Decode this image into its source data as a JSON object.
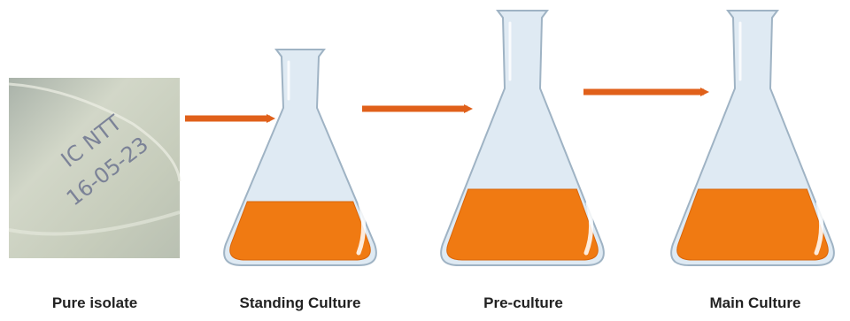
{
  "stages": [
    {
      "label": "Pure isolate",
      "plate_label_line1": "IC NTT",
      "plate_label_line2": "16-05-23"
    },
    {
      "label": "Standing Culture"
    },
    {
      "label": "Pre-culture"
    },
    {
      "label": "Main Culture"
    }
  ],
  "colors": {
    "arrow": "#e0601a",
    "liquid": "#f07a12",
    "liquid_dark": "#d9650a",
    "glass_fill": "#dfeaf3",
    "glass_stroke": "#9fb3c4",
    "plate": "#c9cfc0"
  }
}
